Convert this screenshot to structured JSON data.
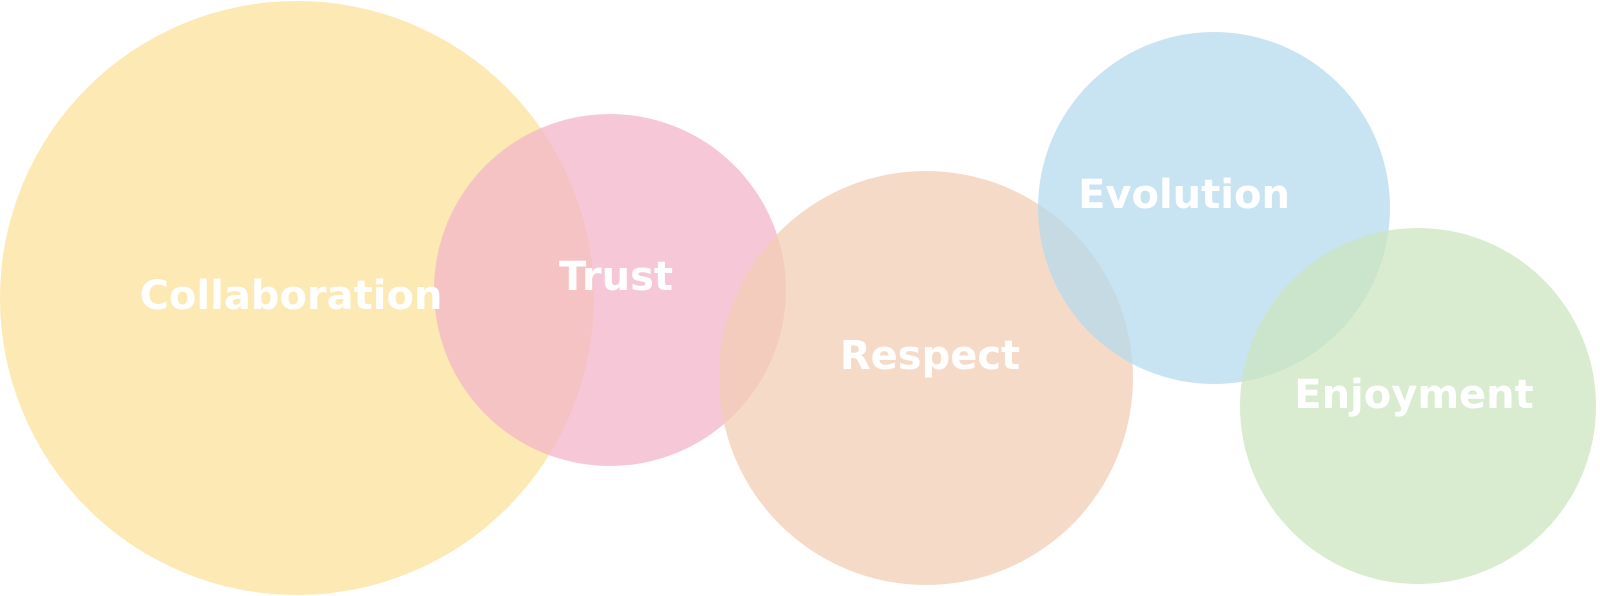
{
  "diagram": {
    "circles": [
      {
        "id": "collaboration",
        "label": "Collaboration",
        "color": "#fbe29a"
      },
      {
        "id": "trust",
        "label": "Trust",
        "color": "#f3b6ca"
      },
      {
        "id": "respect",
        "label": "Respect",
        "color": "#f3cdb5"
      },
      {
        "id": "evolution",
        "label": "Evolution",
        "color": "#b6d9ee"
      },
      {
        "id": "enjoyment",
        "label": "Enjoyment",
        "color": "#cce5bf"
      }
    ]
  }
}
